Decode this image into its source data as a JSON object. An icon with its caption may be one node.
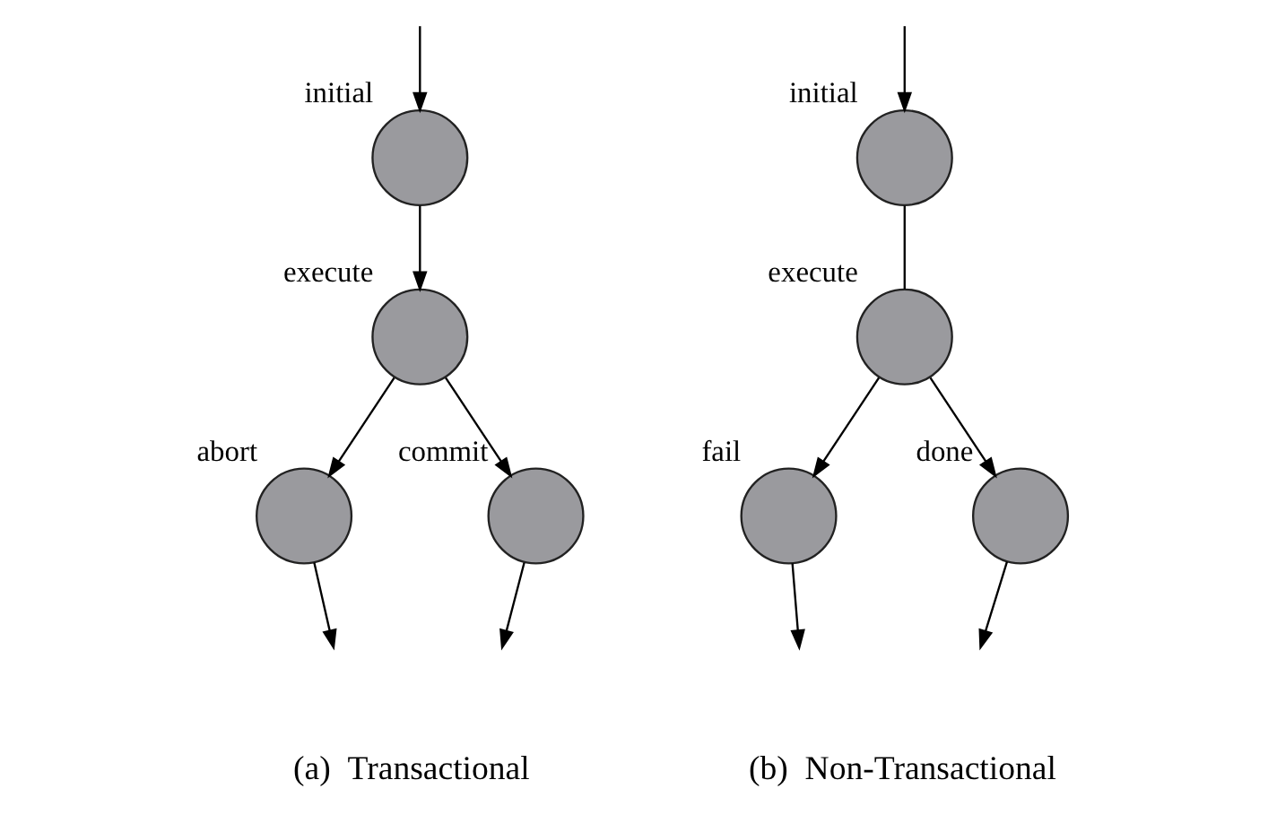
{
  "diagram": {
    "nodes": [
      {
        "text": [],
        "shape": "circle",
        "beside": [
          "initial"
        ]
      },
      {
        "text": [],
        "shape": "circle",
        "beside": [
          "execute"
        ]
      },
      {
        "text": [],
        "shape": "circle",
        "beside": [
          "abort"
        ]
      },
      {
        "text": [],
        "shape": "circle",
        "beside": [
          "commit"
        ]
      },
      {
        "text": [],
        "shape": "circle",
        "beside": [
          "initial"
        ]
      },
      {
        "text": [],
        "shape": "circle",
        "beside": [
          "execute"
        ]
      },
      {
        "text": [],
        "shape": "circle",
        "beside": [
          "fail"
        ]
      },
      {
        "text": [],
        "shape": "circle",
        "beside": [
          "done"
        ]
      }
    ],
    "edges": [
      {
        "from": null,
        "to": 0,
        "arrow": "to"
      },
      {
        "from": 0,
        "to": 1,
        "arrow": "to"
      },
      {
        "from": 1,
        "to": 2,
        "arrow": "to"
      },
      {
        "from": 1,
        "to": 3,
        "arrow": "to"
      },
      {
        "from": 2,
        "to": null,
        "arrow": "to"
      },
      {
        "from": 3,
        "to": null,
        "arrow": "to"
      },
      {
        "from": null,
        "to": 4,
        "arrow": "to"
      },
      {
        "from": 4,
        "to": 5,
        "arrow": "none"
      },
      {
        "from": 5,
        "to": 6,
        "arrow": "to"
      },
      {
        "from": 5,
        "to": 7,
        "arrow": "to"
      },
      {
        "from": 6,
        "to": null,
        "arrow": "to"
      },
      {
        "from": 7,
        "to": null,
        "arrow": "to"
      }
    ],
    "labels": [
      "(a)  Transactional",
      "(b)  Non-Transactional"
    ]
  }
}
